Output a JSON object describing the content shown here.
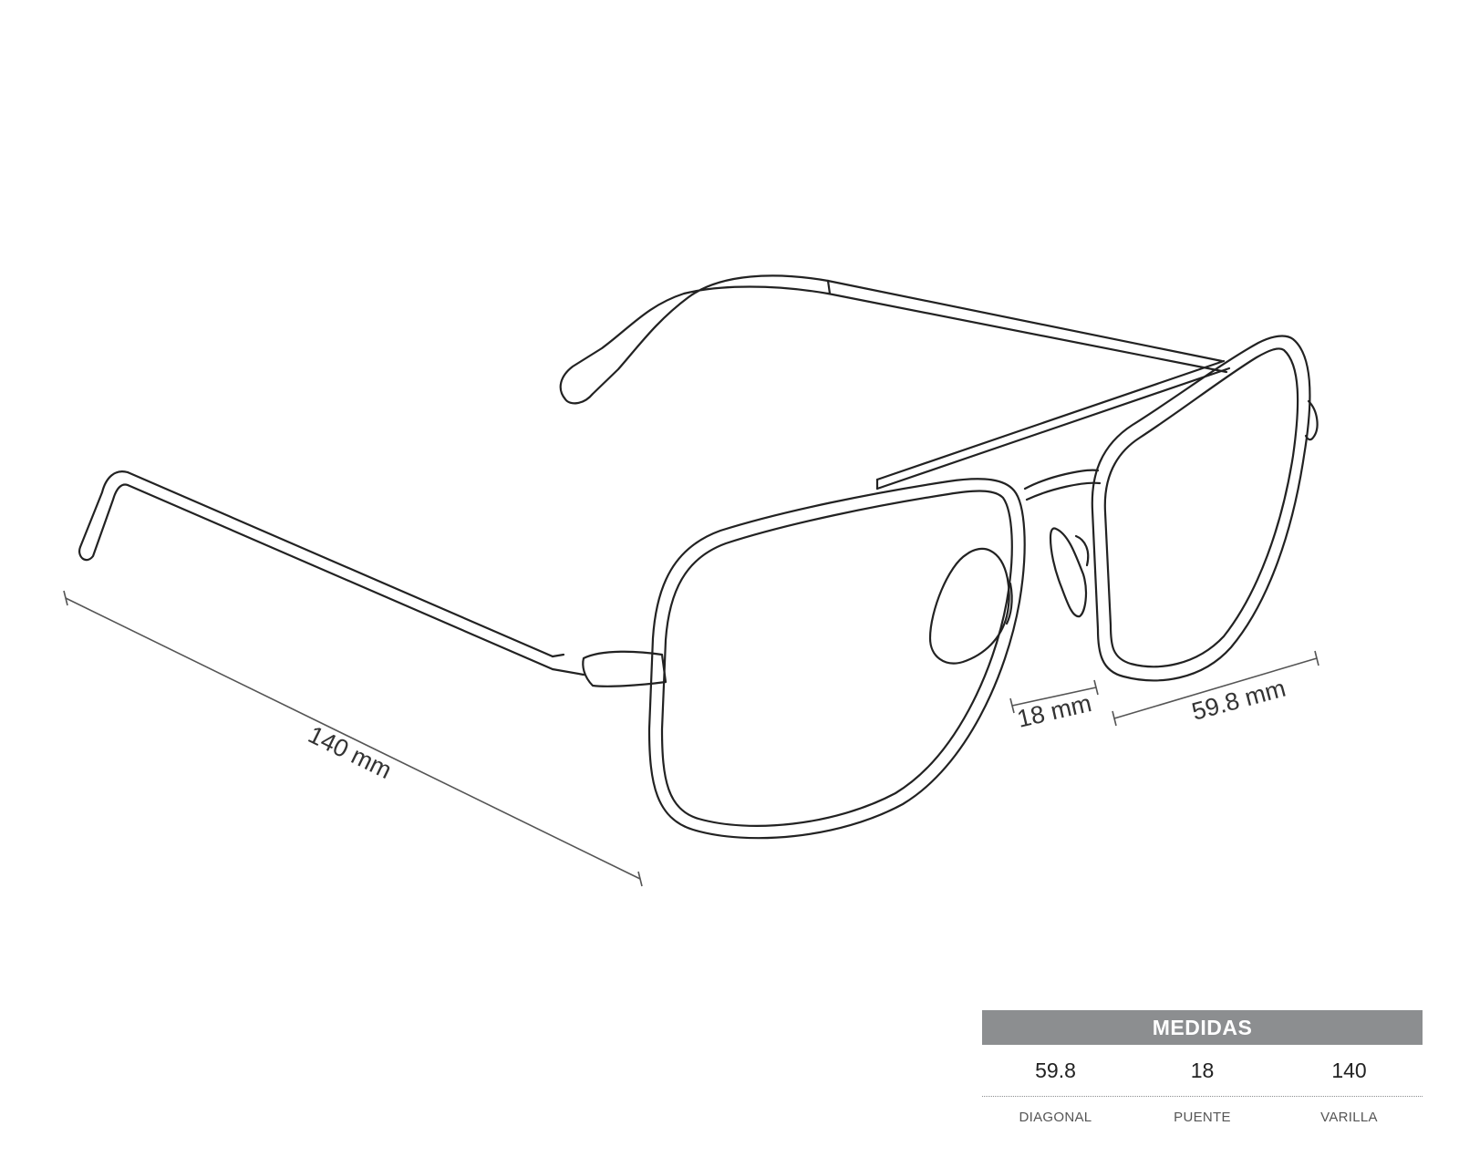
{
  "dimensions": {
    "temple_length": "140 mm",
    "bridge_width": "18 mm",
    "lens_diagonal": "59.8 mm"
  },
  "table": {
    "title": "MEDIDAS",
    "columns": [
      {
        "value": "59.8",
        "label": "DIAGONAL"
      },
      {
        "value": "18",
        "label": "PUENTE"
      },
      {
        "value": "140",
        "label": "VARILLA"
      }
    ]
  },
  "colors": {
    "header_bg": "#8c8e90",
    "line": "#222222"
  }
}
